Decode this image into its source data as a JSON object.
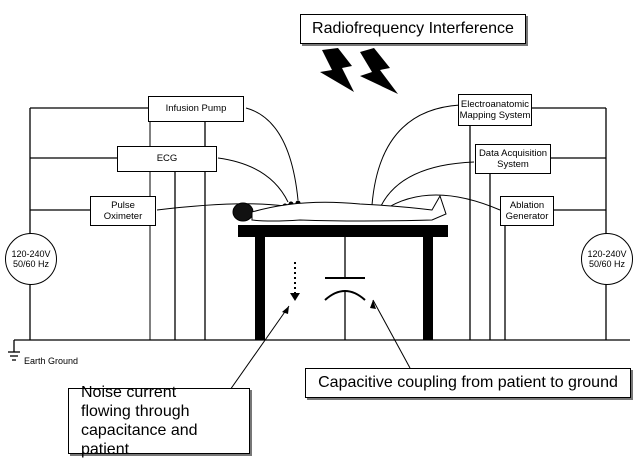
{
  "title": "Radiofrequency Interference",
  "devices_left": {
    "infusion_pump": "Infusion Pump",
    "ecg": "ECG",
    "pulse_oximeter": "Pulse\nOximeter"
  },
  "devices_right": {
    "mapping_system": "Electroanatomic\nMapping System",
    "data_acquisition": "Data Acquisition\nSystem",
    "ablation_generator": "Ablation\nGenerator"
  },
  "power_left": "120-240V\n50/60 Hz",
  "power_right": "120-240V\n50/60 Hz",
  "earth_ground": "Earth Ground",
  "capacitive_coupling": "Capacitive coupling from patient to ground",
  "noise_current": "Noise current\nflowing through\ncapacitance and patient"
}
